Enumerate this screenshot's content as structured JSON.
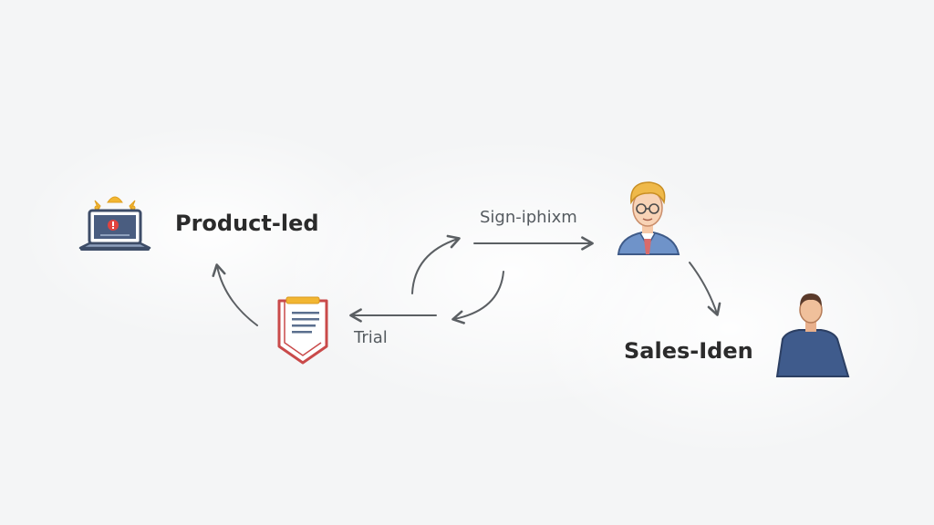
{
  "nodes": {
    "product_led": {
      "label": "Product-led",
      "icon": "laptop-icon"
    },
    "trial": {
      "icon": "document-clipboard-icon"
    },
    "signup_user": {
      "icon": "user-avatar-icon"
    },
    "sales_led": {
      "label": "Sales-Iden",
      "icon": "person-icon"
    }
  },
  "edges": {
    "signup_label": "Sign-iphixm",
    "trial_label": "Trial"
  },
  "colors": {
    "background": "#f4f5f6",
    "arrow": "#5b5f63",
    "laptop": "#4a5d80",
    "alert_red": "#e1433f",
    "spark_yellow": "#f2b632",
    "shield_red": "#c94a4a",
    "hair_blond": "#efb94a",
    "shirt_blue": "#6f93c9",
    "sweater_navy": "#3f5b8c"
  }
}
